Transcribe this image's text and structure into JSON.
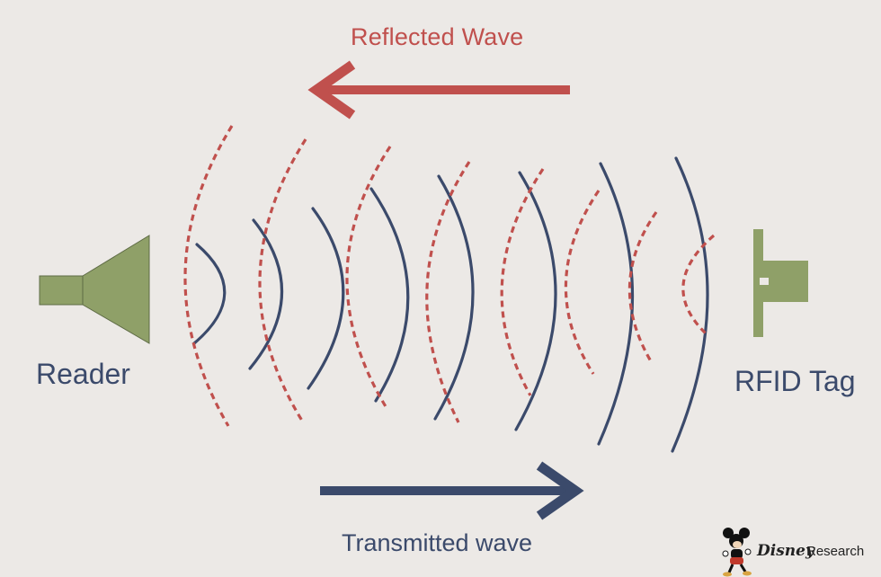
{
  "diagram": {
    "reflected_label": "Reflected  Wave",
    "transmitted_label": "Transmitted wave",
    "reader_label": "Reader",
    "tag_label": "RFID Tag"
  },
  "logo": {
    "brand": "Disney",
    "suffix": "Research",
    "icon": "mickey-mouse-icon"
  },
  "colors": {
    "background": "#ece9e6",
    "reflected": "#c0504d",
    "transmitted": "#3b4a6b",
    "device": "#8fa068"
  }
}
